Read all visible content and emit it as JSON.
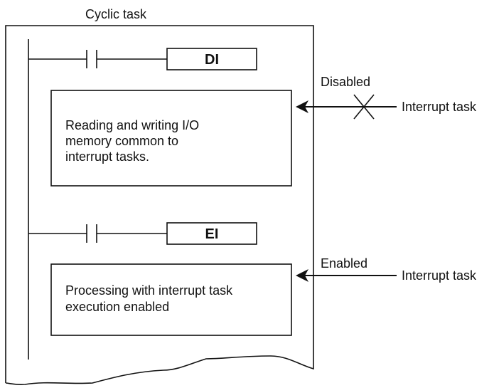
{
  "title": "Cyclic task",
  "instructions": {
    "di": "DI",
    "ei": "EI"
  },
  "boxes": {
    "disabled_region": [
      "Reading and writing I/O",
      "memory common to",
      "interrupt tasks."
    ],
    "enabled_region": [
      "Processing with interrupt task",
      "execution enabled"
    ]
  },
  "interrupts": {
    "disabled": {
      "state": "Disabled",
      "source": "Interrupt task"
    },
    "enabled": {
      "state": "Enabled",
      "source": "Interrupt task"
    }
  }
}
